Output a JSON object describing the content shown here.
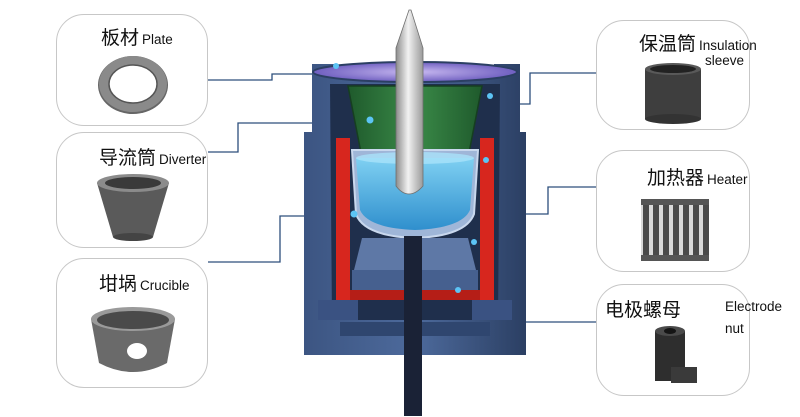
{
  "parts": {
    "plate": {
      "zh": "板材",
      "en": "Plate"
    },
    "diverter": {
      "zh": "导流筒",
      "en": "Diverter"
    },
    "crucible": {
      "zh": "坩埚",
      "en": "Crucible"
    },
    "insulation": {
      "zh": "保温筒",
      "en_line1": "Insulation",
      "en_line2": "sleeve"
    },
    "heater": {
      "zh": "加热器",
      "en": "Heater"
    },
    "electrode": {
      "zh": "电极螺母",
      "en_line1": "Electrode",
      "en_line2": "nut"
    }
  },
  "colors": {
    "connector": "#2d4f7c",
    "furnace_body": "#2f4468",
    "heater_red": "#d7261e",
    "melt_blue": "#4fb6e6",
    "diverter_green": "#2e7d3f"
  }
}
